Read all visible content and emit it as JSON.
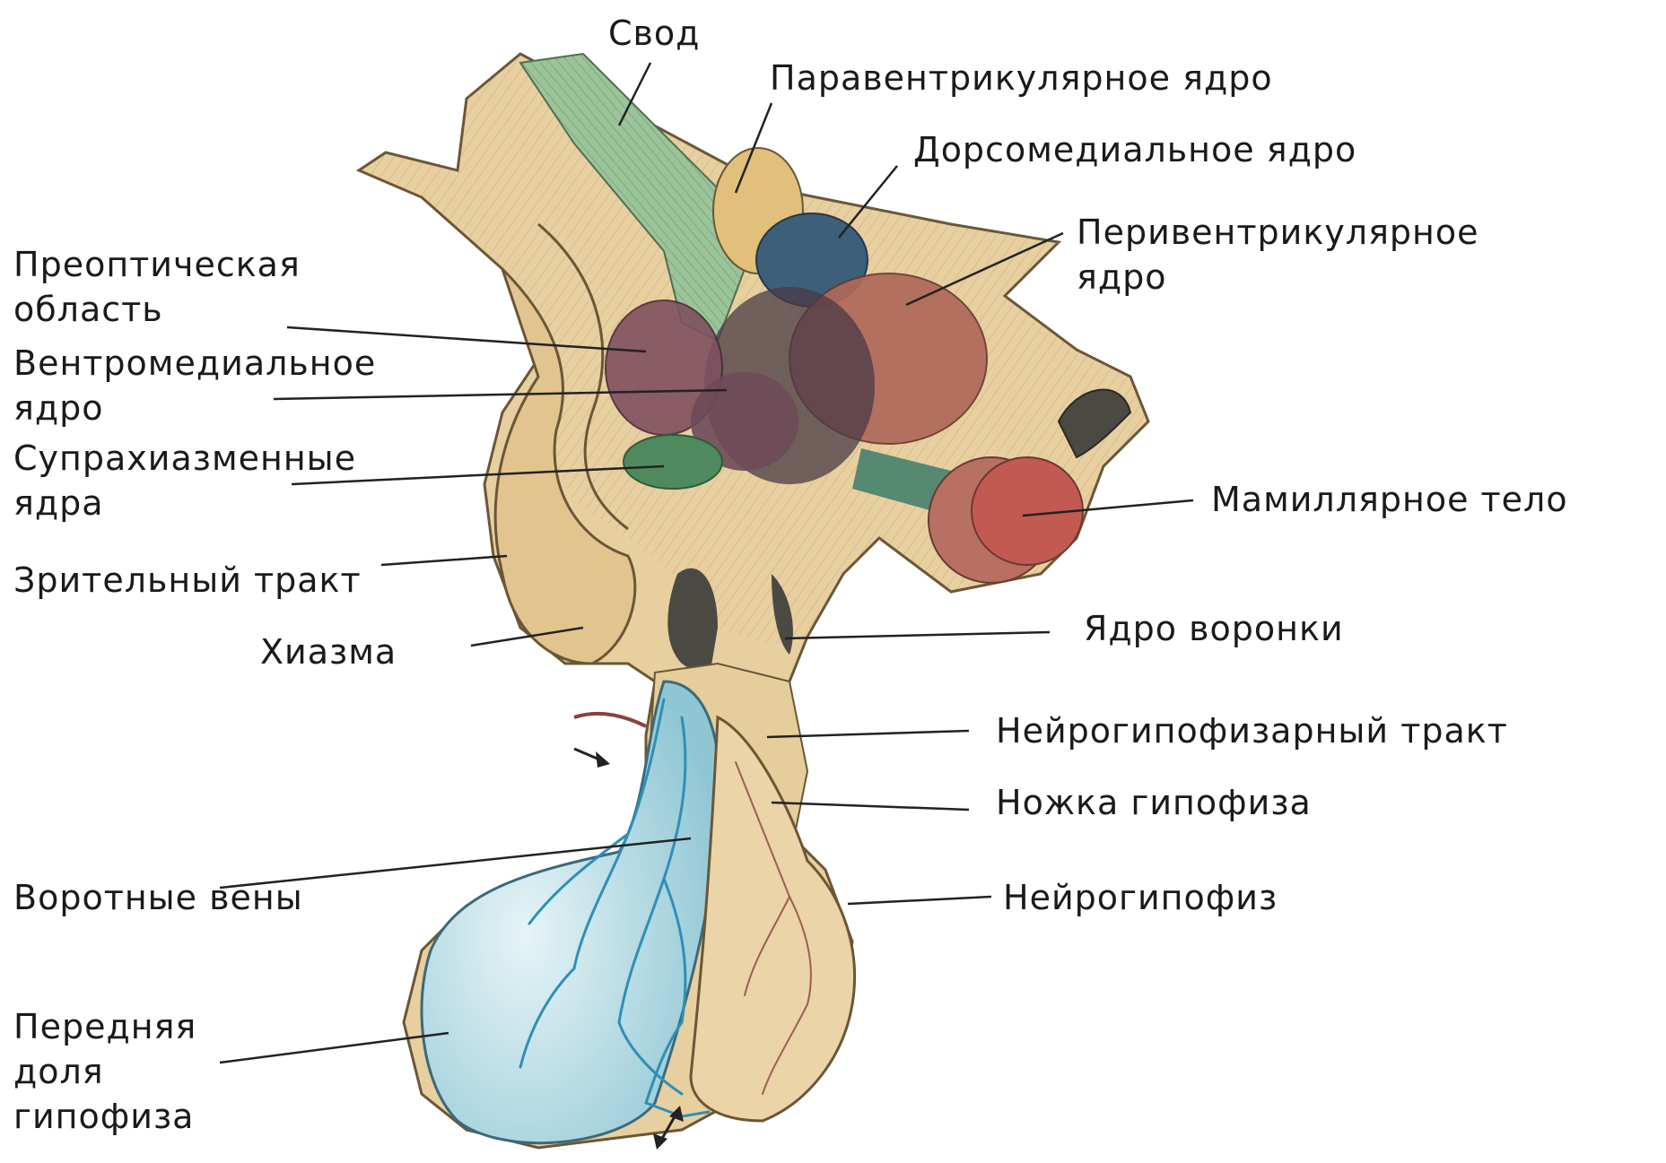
{
  "labels": {
    "svod": "Свод",
    "paraventricular": "Паравентрикулярное ядро",
    "dorsomedial": "Дорсомедиальное ядро",
    "periventricular_l1": "Перивентрикулярное",
    "periventricular_l2": "ядро",
    "preoptic_l1": "Преоптическая",
    "preoptic_l2": "область",
    "ventromedial_l1": "Вентромедиальное",
    "ventromedial_l2": "ядро",
    "suprachiasmatic_l1": "Супрахиазменные",
    "suprachiasmatic_l2": "ядра",
    "mamillary": "Мамиллярное тело",
    "optic_tract": "Зрительный тракт",
    "chiasm": "Хиазма",
    "infundibular": "Ядро воронки",
    "neurohypophyseal_tract": "Нейрогипофизарный тракт",
    "pituitary_stalk": "Ножка гипофиза",
    "portal_veins": "Воротные вены",
    "neurohypophysis": "Нейрогипофиз",
    "anterior_l1": "Передняя",
    "anterior_l2": "доля",
    "anterior_l3": "гипофиза"
  },
  "colors": {
    "tissue": "#e8cfa0",
    "tissue_dark": "#c9a97a",
    "fornix_green": "#9cc49a",
    "dorsomedial_blue": "#3d5f7a",
    "periventricular_red": "#b0695a",
    "ventromedial_purple": "#7f5060",
    "suprachiasmatic_green": "#4f8a5e",
    "mamillary_red": "#c25a52",
    "adenohypophysis_blue": "#bcdfe6",
    "vessel_blue": "#2f8fb5",
    "leader_line": "#222222"
  }
}
